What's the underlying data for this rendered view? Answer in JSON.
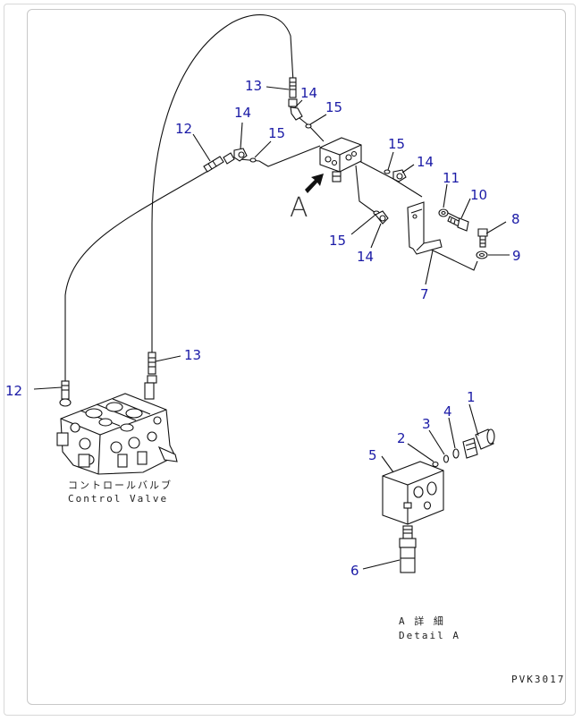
{
  "figure_code": "PVK3017",
  "view_label": "A",
  "control_valve": {
    "label_jp": "コントロールバルブ",
    "label_en": "Control Valve"
  },
  "detail": {
    "label_jp": "A 詳 細",
    "label_en": "Detail A"
  },
  "callouts": {
    "c1": "1",
    "c2": "2",
    "c3": "3",
    "c4": "4",
    "c5": "5",
    "c6": "6",
    "c7": "7",
    "c8": "8",
    "c9": "9",
    "c10": "10",
    "c11": "11",
    "c12a": "12",
    "c12b": "12",
    "c13a": "13",
    "c13b": "13",
    "c14a": "14",
    "c14b": "14",
    "c14c": "14",
    "c14d": "14",
    "c15a": "15",
    "c15b": "15",
    "c15c": "15",
    "c15d": "15"
  },
  "colors": {
    "callout": "#1a1aa6",
    "line": "#111111",
    "frame": "#c8c8c8"
  }
}
